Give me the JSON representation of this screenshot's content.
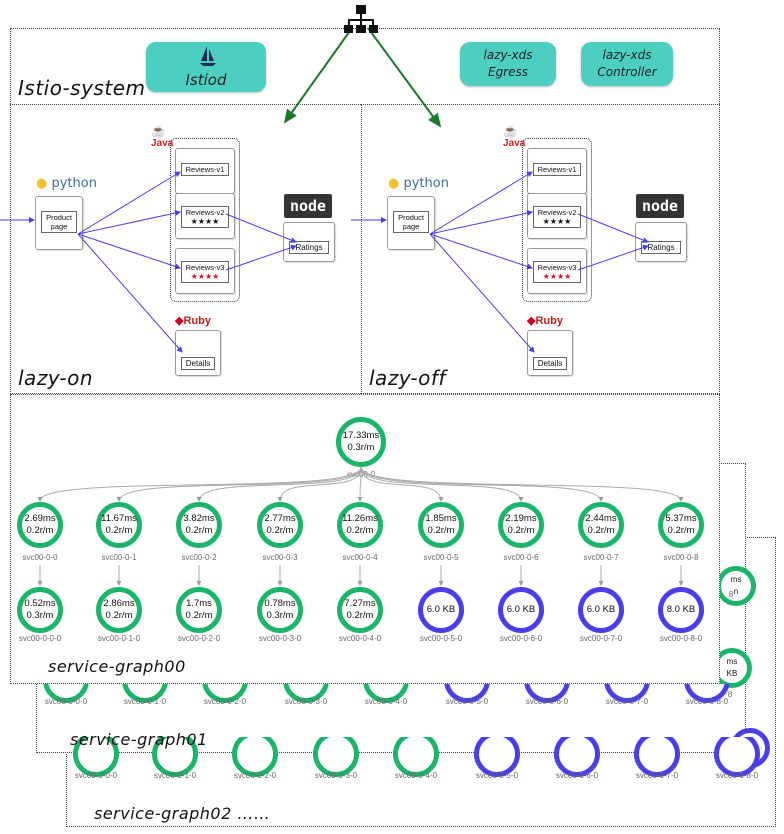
{
  "top": {
    "icon": "hierarchy-icon",
    "istio_system": {
      "title": "Istio-system",
      "istiod": "Istiod",
      "egress": [
        "lazy-xds",
        "Egress"
      ],
      "controller": [
        "lazy-xds",
        "Controller"
      ]
    }
  },
  "bookinfo": {
    "python_logo": "python",
    "java_logo": "Java",
    "ruby_logo": "Ruby",
    "node_logo": "node",
    "product_page": [
      "Product",
      "page"
    ],
    "reviews": [
      "Reviews-v1",
      "Reviews-v2",
      "Reviews-v3"
    ],
    "stars": "★★★★",
    "ratings": "Ratings",
    "details": "Details"
  },
  "panels": {
    "lazy_on": "lazy-on",
    "lazy_off": "lazy-off"
  },
  "service_graph": {
    "title0": "service-graph00",
    "title1": "service-graph01",
    "title2": "service-graph02 ……",
    "root": {
      "latency": "17.33ms",
      "rate": "0.3r/m",
      "label": "svc00-0"
    },
    "level1": [
      {
        "latency": "2.69ms",
        "rate": "0.2r/m",
        "label": "svc00-0-0"
      },
      {
        "latency": "11.67ms",
        "rate": "0.2r/m",
        "label": "svc00-0-1"
      },
      {
        "latency": "3.82ms",
        "rate": "0.2r/m",
        "label": "svc00-0-2"
      },
      {
        "latency": "2.77ms",
        "rate": "0.2r/m",
        "label": "svc00-0-3"
      },
      {
        "latency": "11.26ms",
        "rate": "0.2r/m",
        "label": "svc00-0-4"
      },
      {
        "latency": "1.85ms",
        "rate": "0.2r/m",
        "label": "svc00-0-5"
      },
      {
        "latency": "2.19ms",
        "rate": "0.2r/m",
        "label": "svc00-0-6"
      },
      {
        "latency": "2.44ms",
        "rate": "0.2r/m",
        "label": "svc00-0-7"
      },
      {
        "latency": "5.37ms",
        "rate": "0.2r/m",
        "label": "svc00-0-8"
      }
    ],
    "level2": [
      {
        "line1": "0.52ms",
        "line2": "0.3r/m",
        "label": "svc00-0-0-0",
        "kind": "green"
      },
      {
        "line1": "2.86ms",
        "line2": "0.2r/m",
        "label": "svc00-0-1-0",
        "kind": "green"
      },
      {
        "line1": "1.7ms",
        "line2": "0.2r/m",
        "label": "svc00-0-2-0",
        "kind": "green"
      },
      {
        "line1": "0.78ms",
        "line2": "0.3r/m",
        "label": "svc00-0-3-0",
        "kind": "green"
      },
      {
        "line1": "7.27ms",
        "line2": "0.2r/m",
        "label": "svc00-0-4-0",
        "kind": "green"
      },
      {
        "line1": "6.0 KB",
        "line2": "",
        "label": "svc00-0-5-0",
        "kind": "blue"
      },
      {
        "line1": "6.0 KB",
        "line2": "",
        "label": "svc00-0-6-0",
        "kind": "blue"
      },
      {
        "line1": "6.0 KB",
        "line2": "",
        "label": "svc00-0-7-0",
        "kind": "blue"
      },
      {
        "line1": "8.0 KB",
        "line2": "",
        "label": "svc00-0-8-0",
        "kind": "blue"
      }
    ],
    "back_labels": [
      "svc00-0-0-0",
      "svc00-0-1-0",
      "svc00-0-2-0",
      "svc00-0-3-0",
      "svc00-0-4-0",
      "svc00-0-5-0",
      "svc00-0-6-0",
      "svc00-0-7-0",
      "svc00-0-8-0"
    ],
    "peek_texts": [
      "ms",
      "n",
      "8",
      "ms",
      "KB",
      "8",
      "KB"
    ]
  },
  "colors": {
    "arrow": "#1a7a2a",
    "link": "#4a3ee8",
    "green": "#1bb56a",
    "blue": "#4a3ee8",
    "teal": "#4ccfc0"
  }
}
